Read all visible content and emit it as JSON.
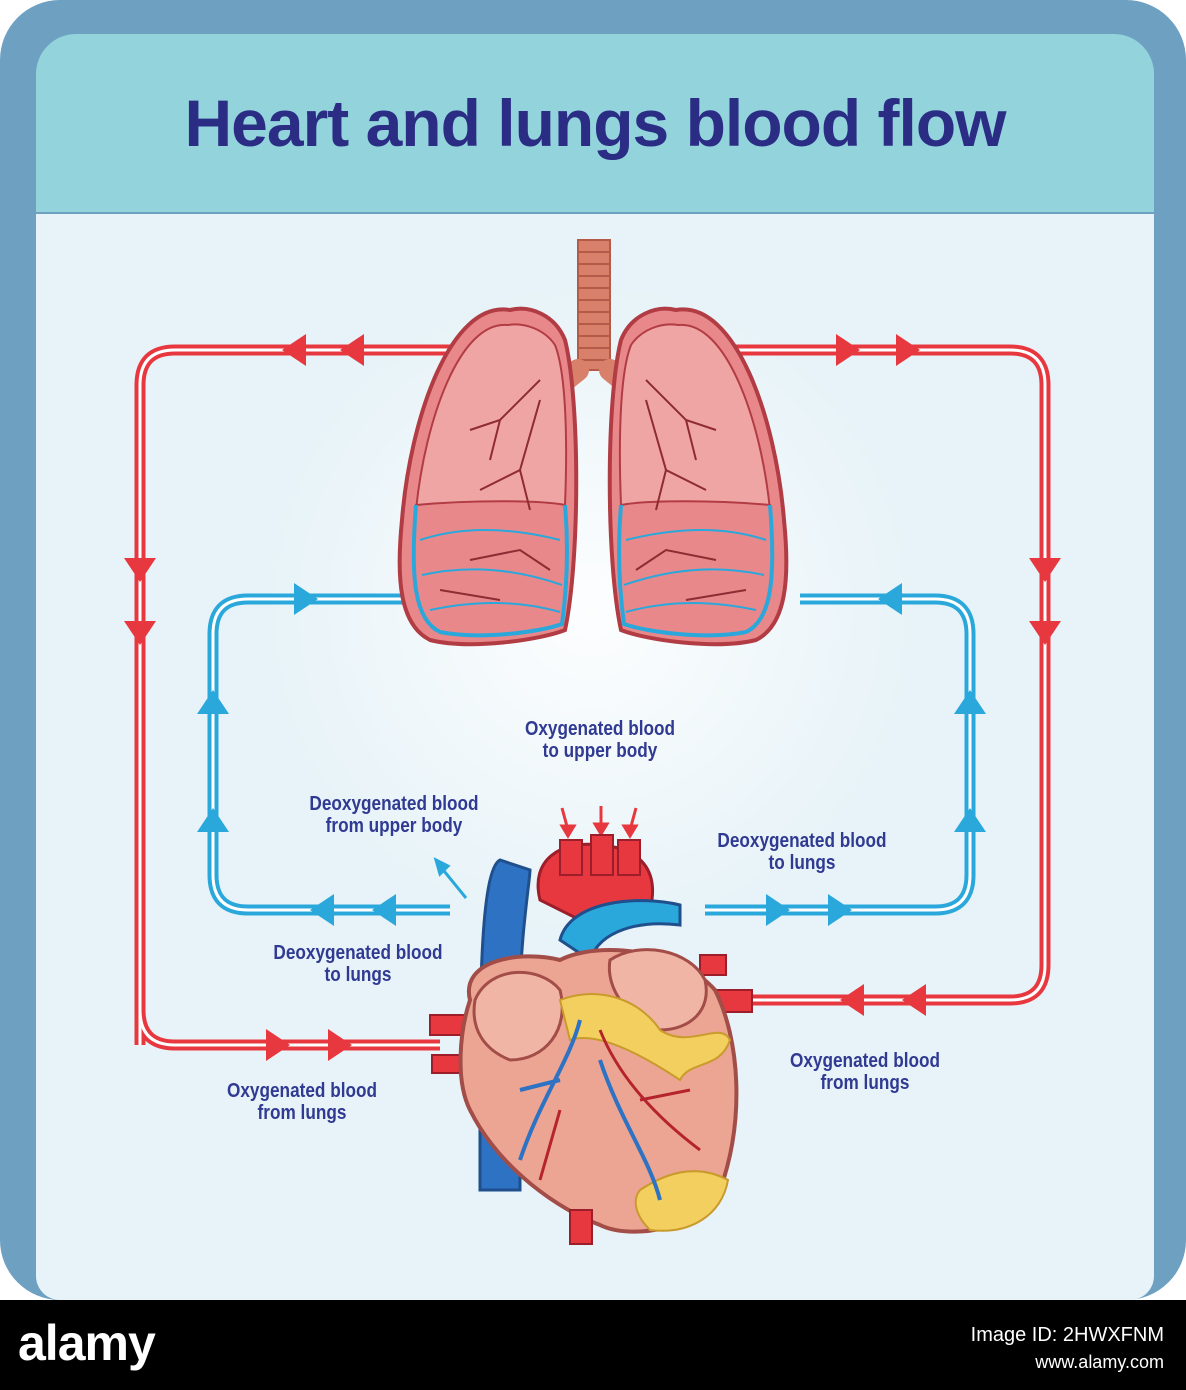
{
  "title": "Heart and lungs blood flow",
  "labels": {
    "oxygenated_to_upper": [
      "Oxygenated blood",
      "to upper body"
    ],
    "deoxygenated_from_upper": [
      "Deoxygenated blood",
      "from upper body"
    ],
    "deoxygenated_to_lungs_right": [
      "Deoxygenated blood",
      "to lungs"
    ],
    "deoxygenated_to_lungs_left": [
      "Deoxygenated blood",
      "to lungs"
    ],
    "oxygenated_from_lungs_left": [
      "Oxygenated blood",
      "from lungs"
    ],
    "oxygenated_from_lungs_right": [
      "Oxygenated blood",
      "from lungs"
    ]
  },
  "footer": {
    "logo": "alamy",
    "image_id": "Image ID: 2HWXFNM",
    "url": "www.alamy.com"
  },
  "colors": {
    "oxygenated": "#e8383f",
    "deoxygenated": "#2aa8dc",
    "lung": "#e9888a",
    "heart": "#eda593",
    "text": "#303a92"
  }
}
